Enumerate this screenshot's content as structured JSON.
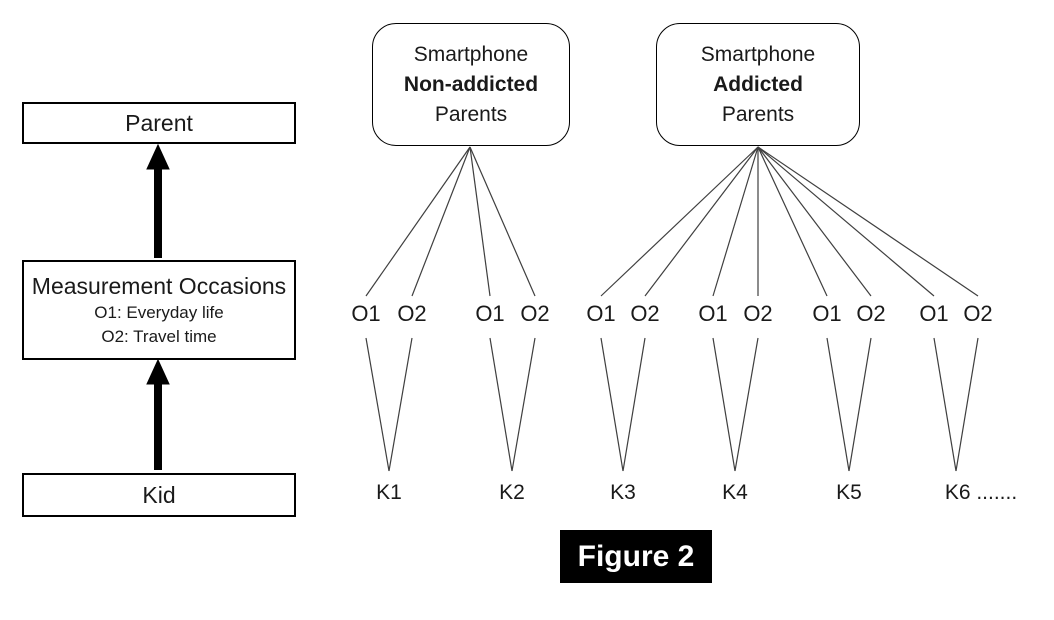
{
  "figure": {
    "caption": "Figure 2"
  },
  "left_flow": {
    "parent_label": "Parent",
    "measurement": {
      "title": "Measurement Occasions",
      "o1": "O1: Everyday life",
      "o2": "O2: Travel time"
    },
    "kid_label": "Kid"
  },
  "groups": [
    {
      "line1": "Smartphone",
      "line2": "Non-addicted",
      "line3": "Parents"
    },
    {
      "line1": "Smartphone",
      "line2": "Addicted",
      "line3": "Parents"
    }
  ],
  "occasions": [
    "O1",
    "O2",
    "O1",
    "O2",
    "O1",
    "O2",
    "O1",
    "O2",
    "O1",
    "O2",
    "O1",
    "O2"
  ],
  "kids": [
    "K1",
    "K2",
    "K3",
    "K4",
    "K5",
    "K6 ......."
  ],
  "colors": {
    "line": "#3f3f3f",
    "arrow": "#000000",
    "box_border": "#000000",
    "caption_bg": "#000000",
    "caption_text": "#ffffff"
  }
}
